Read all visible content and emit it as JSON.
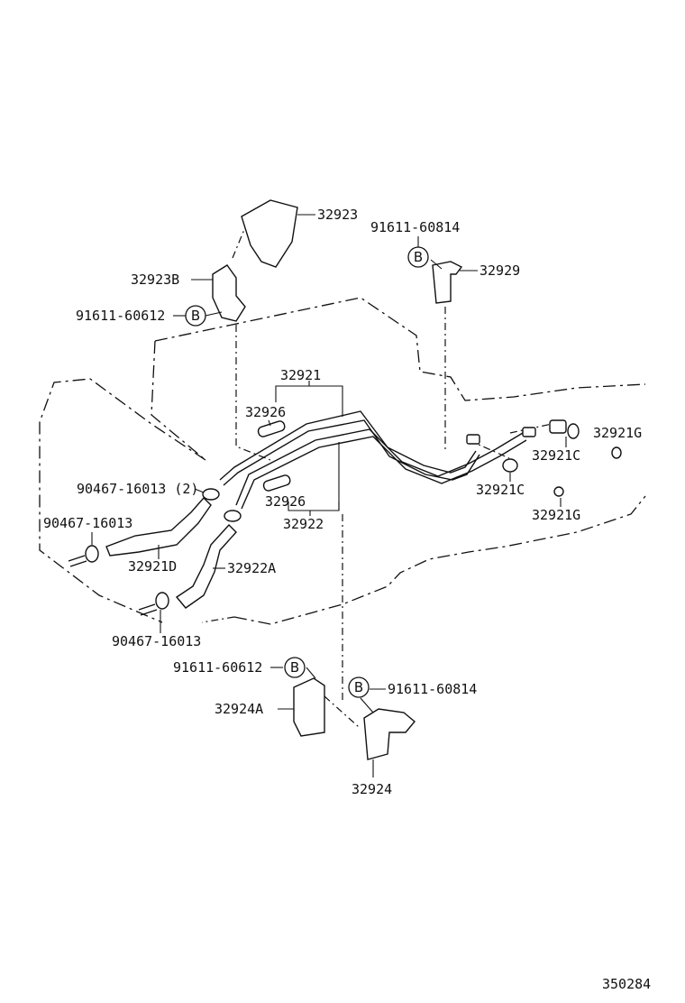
{
  "labels": {
    "p32923": "32923",
    "p32923B": "32923B",
    "bolt_top_left": "91611-60612",
    "bolt_top_right": "91611-60814",
    "p32929": "32929",
    "p32921": "32921",
    "p32926_top": "32926",
    "p32926_bottom": "32926",
    "p32922": "32922",
    "p32922A": "32922A",
    "p32921D": "32921D",
    "clamp_2": "90467-16013 (2)",
    "clamp_left": "90467-16013",
    "clamp_bottom": "90467-16013",
    "p32921C_top": "32921C",
    "p32921C_mid": "32921C",
    "p32921G_top": "32921G",
    "p32921G_bottom": "32921G",
    "bolt_bottom_left": "91611-60612",
    "bolt_bottom_right": "91611-60814",
    "p32924A": "32924A",
    "p32924": "32924",
    "diagram_number": "350284"
  },
  "bolt_marker": "B"
}
